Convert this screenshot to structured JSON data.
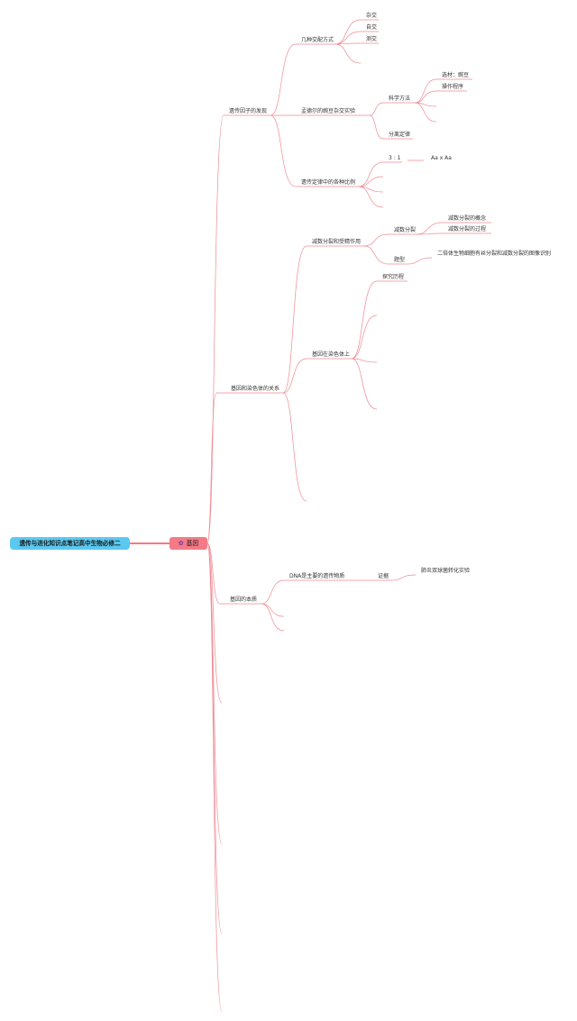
{
  "root_title": "遗传与进化知识点笔记高中生物必修二",
  "center_node": "基因",
  "center_icon": "flower-icon",
  "line_color": "#f08a92",
  "sections": {
    "s1": {
      "title": "遗传因子的发现",
      "c1": {
        "title": "几种交配方式",
        "items": [
          "杂交",
          "自交",
          "测交"
        ]
      },
      "c2": {
        "title": "孟德尔的豌豆杂交实验",
        "kxff": {
          "title": "科学方法",
          "items": [
            "选材：豌豆",
            "操作程序"
          ]
        },
        "flgl": "分离定律"
      },
      "c3": {
        "title": "遗传定律中的各种比例",
        "ratio": "3 : 1",
        "cross": "Aa x Aa"
      }
    },
    "s2": {
      "title": "基因和染色体的关系",
      "c1": {
        "title": "减数分裂和受精作用",
        "jsfl": {
          "title": "减数分裂",
          "items": [
            "减数分裂的概念",
            "减数分裂的过程"
          ]
        },
        "tx": {
          "title": "题型",
          "item": "二倍体生物细胞有丝分裂和减数分裂的图像识别"
        }
      },
      "c2": {
        "title": "基因在染色体上",
        "tjlc": "探究历程"
      }
    },
    "s3": {
      "title": "基因的本质",
      "c1": {
        "title": "DNA是主要的遗传物质",
        "zj": {
          "title": "证据",
          "item": "肺炎双球菌转化实验"
        }
      }
    }
  }
}
